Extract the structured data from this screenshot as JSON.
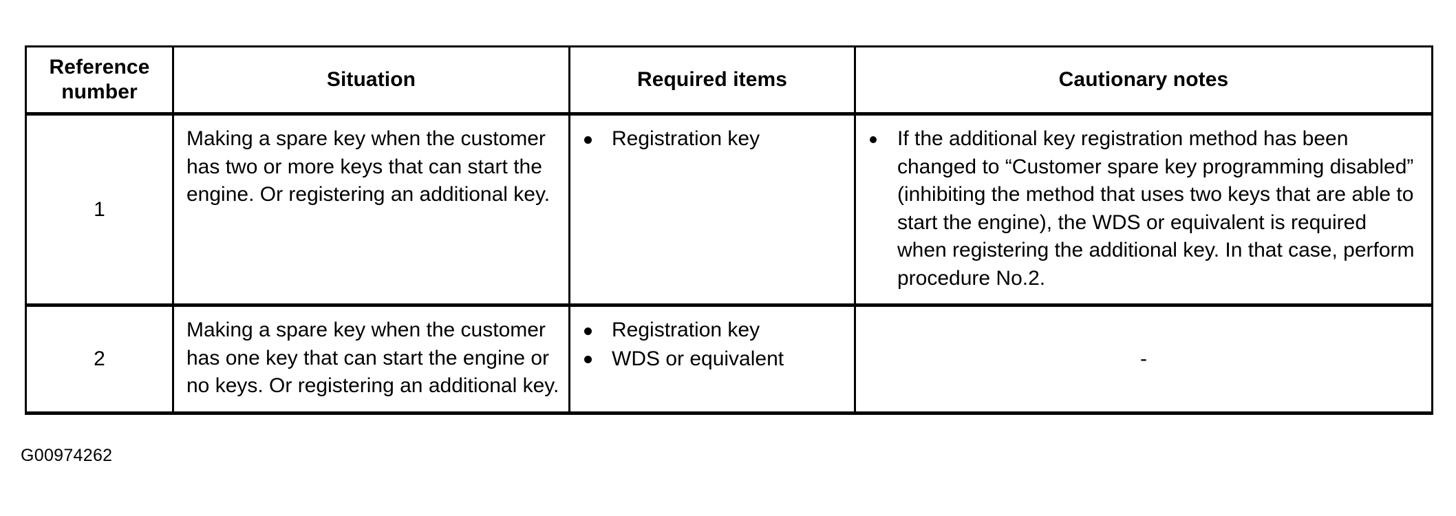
{
  "table": {
    "columns": [
      {
        "key": "reference_number",
        "label": "Reference\nnumber"
      },
      {
        "key": "situation",
        "label": "Situation"
      },
      {
        "key": "required_items",
        "label": "Required items"
      },
      {
        "key": "cautionary_notes",
        "label": "Cautionary notes"
      }
    ],
    "headers": {
      "reference_number_line1": "Reference",
      "reference_number_line2": "number",
      "situation": "Situation",
      "required_items": "Required items",
      "cautionary_notes": "Cautionary notes"
    },
    "rows": [
      {
        "reference_number": "1",
        "situation": "Making a spare key when the customer has two or more keys that can start the engine. Or registering an additional key.",
        "required_items": [
          "Registration key"
        ],
        "cautionary_notes": [
          "If the additional key registration method has been changed to “Customer spare key programming disabled” (inhibiting the method that uses two keys that are able to start the engine), the WDS or equivalent is required when registering the additional key. In that case, perform procedure No.2."
        ],
        "cautionary_notes_placeholder": ""
      },
      {
        "reference_number": "2",
        "situation": "Making a spare key when the customer has one key that can start the engine or no keys. Or registering an additional key.",
        "required_items": [
          "Registration key",
          "WDS or equivalent"
        ],
        "cautionary_notes": [],
        "cautionary_notes_placeholder": "-"
      }
    ]
  },
  "figure_caption": "G00974262",
  "colors": {
    "ink": "#000000",
    "paper": "#ffffff"
  }
}
